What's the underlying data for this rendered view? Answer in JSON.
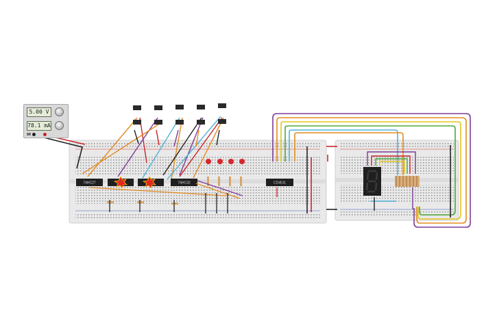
{
  "power_supply": {
    "voltage_readout": "5.00 V",
    "current_readout": "78.1 mA"
  },
  "chips": [
    {
      "id": "chip1",
      "label": "74HC27"
    },
    {
      "id": "chip2",
      "label": "74HC32"
    },
    {
      "id": "chip3",
      "label": "CD4511"
    }
  ],
  "colors": {
    "breadboard": "#e9e9e9",
    "breadboard_border": "#cfcfcf",
    "rail_red": "#d0342c",
    "rail_blue": "#3b5fbf",
    "chip": "#1f1f1f",
    "led_red": "#d8262c",
    "wire_orange": "#e38b1f",
    "wire_purple": "#7e3a96",
    "wire_red": "#c8242b",
    "wire_black": "#222222",
    "wire_cyan": "#4fb2d8",
    "wire_yellow": "#e2c51b",
    "wire_green": "#4aa83a",
    "wire_brown": "#8b5a2b"
  },
  "icons": {
    "switch": "toggle-switch-icon",
    "led": "led-icon",
    "resistor": "resistor-icon",
    "display": "seven-segment-display-icon",
    "starburst": "explosion-icon"
  }
}
